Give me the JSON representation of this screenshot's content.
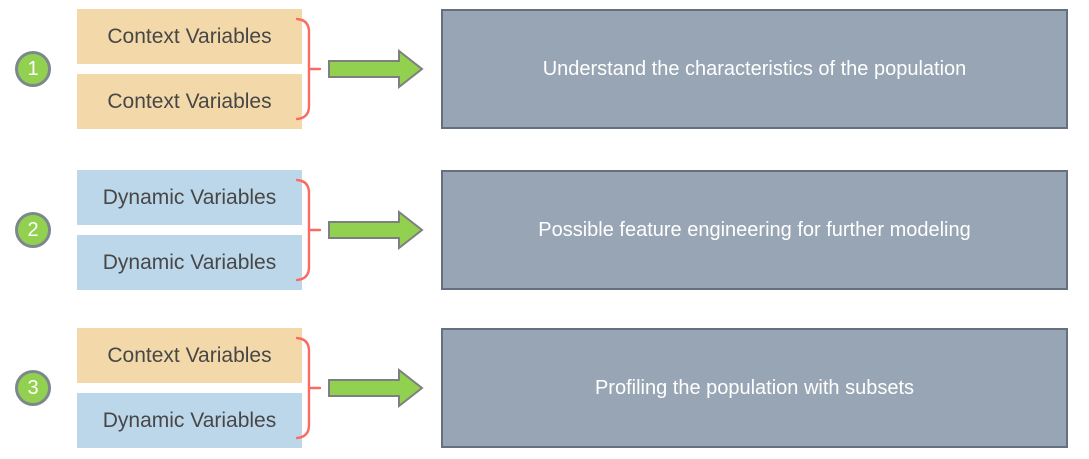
{
  "rows": [
    {
      "step_number": "1",
      "input_boxes": [
        {
          "label": "Context Variables",
          "type": "context"
        },
        {
          "label": "Context Variables",
          "type": "context"
        }
      ],
      "outcome": "Understand the characteristics of the population"
    },
    {
      "step_number": "2",
      "input_boxes": [
        {
          "label": "Dynamic Variables",
          "type": "dynamic"
        },
        {
          "label": "Dynamic Variables",
          "type": "dynamic"
        }
      ],
      "outcome": "Possible feature engineering for further modeling"
    },
    {
      "step_number": "3",
      "input_boxes": [
        {
          "label": "Context Variables",
          "type": "context"
        },
        {
          "label": "Dynamic Variables",
          "type": "dynamic"
        }
      ],
      "outcome": "Profiling the population with subsets"
    }
  ],
  "colors": {
    "context-fill": "#F3D9A9",
    "dynamic-fill": "#BDD7EA",
    "outcome-fill": "#98A5B4",
    "outcome-border": "#64707F",
    "outcome-text": "#FFFFFF",
    "input-text": "#474747",
    "step-circle-fill": "#92D050",
    "step-circle-border": "#7C888E",
    "arrow-fill": "#92D050",
    "arrow-border": "#7F7F7F",
    "brace-color": "#FA6B62"
  }
}
